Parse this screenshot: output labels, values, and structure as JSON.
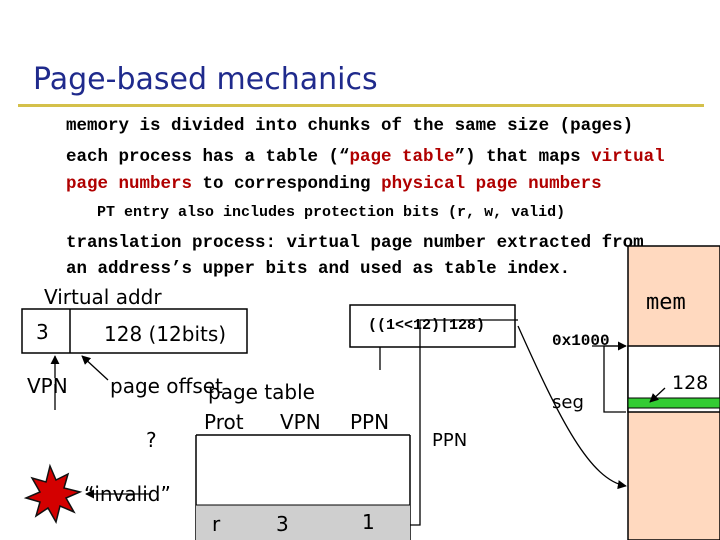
{
  "slide": {
    "title": "Page-based mechanics",
    "bullets": {
      "b1": "memory is divided into chunks of the same size (pages)",
      "b2_a": "each process has a table (“",
      "b2_b": "page table",
      "b2_c": "”) that maps ",
      "b2_d": "virtual",
      "b3_a": "page numbers",
      "b3_b": " to corresponding ",
      "b3_c": "physical page numbers",
      "sub1": "PT entry also includes protection bits (r, w, valid)",
      "b4_1": "translation process: virtual page number extracted from",
      "b4_2": "an address’s upper bits and used as table index."
    }
  },
  "diagram": {
    "virtual_addr_label": "Virtual addr",
    "vpn_value": "3",
    "offset_value": "128 (12bits)",
    "vpn_label": "VPN",
    "offset_label": "page offset",
    "page_table_label": "page table",
    "col_prot": "Prot",
    "col_vpn": "VPN",
    "col_ppn": "PPN",
    "question": "?",
    "invalid": "“invalid”",
    "row_prot": "r",
    "row_vpn": "3",
    "row_ppn": "1",
    "ppn_label": "PPN",
    "phys_expr": "((1<<12)|128)",
    "mem_label": "mem",
    "addr_hex": "0x1000",
    "seg_label": "seg",
    "offset_128": "128",
    "colors": {
      "title": "#1f2a8c",
      "rule": "#d4c04a",
      "highlight": "#b00000",
      "mem_fill": "#ffd9bf",
      "mem_highlight": "#33cc33",
      "burst": "#d40000"
    }
  }
}
